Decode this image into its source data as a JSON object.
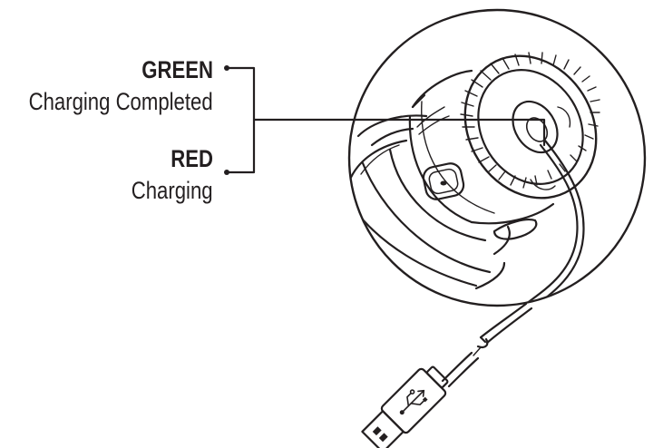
{
  "labels": {
    "green": {
      "title": "GREEN",
      "description": "Charging Completed"
    },
    "red": {
      "title": "RED",
      "description": "Charging"
    }
  },
  "colors": {
    "ink": "#231f20",
    "background": "#ffffff"
  },
  "icons": [
    "usb-symbol-icon"
  ]
}
